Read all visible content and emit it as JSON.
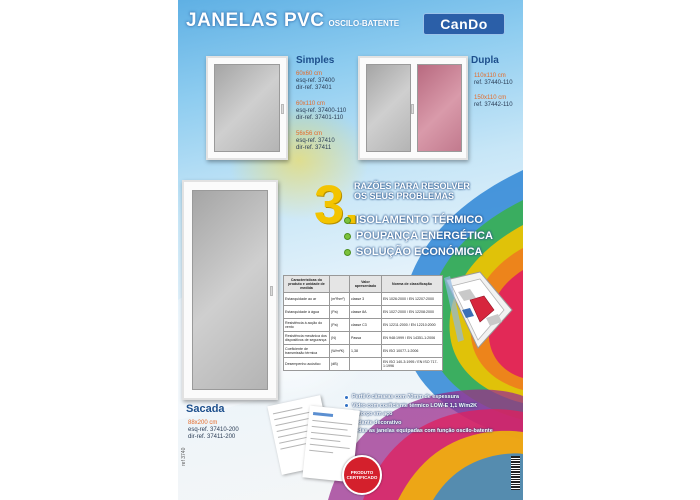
{
  "header": {
    "title": "JANELAS PVC",
    "subtitle": "OSCILO-BATENTE",
    "brand": "CanDo"
  },
  "simples": {
    "title": "Simples",
    "items": [
      {
        "dim": "60x60 cm",
        "ref1": "esq-ref. 37400",
        "ref2": "dir-ref. 37401"
      },
      {
        "dim": "60x110 cm",
        "ref1": "esq-ref. 37400-110",
        "ref2": "dir-ref. 37401-110"
      },
      {
        "dim": "56x56 cm",
        "ref1": "esq-ref. 37410",
        "ref2": "dir-ref. 37411"
      }
    ]
  },
  "dupla": {
    "title": "Dupla",
    "items": [
      {
        "dim": "110x110 cm",
        "ref": "ref. 37440-110"
      },
      {
        "dim": "150x110 cm",
        "ref": "ref. 37442-110"
      }
    ]
  },
  "sacada": {
    "title": "Sacada",
    "dim": "88x200 cm",
    "ref1": "esq-ref. 37410-200",
    "ref2": "dir-ref. 37411-200"
  },
  "reasons": {
    "number": "3.",
    "title_line1": "RAZÕES PARA RESOLVER",
    "title_line2": "OS SEUS PROBLEMAS",
    "items": [
      "ISOLAMENTO TÉRMICO",
      "POUPANÇA ENERGÉTICA",
      "SOLUÇÃO ECONÓMICA"
    ]
  },
  "specs": {
    "headers": [
      "Características do produto e unidade de medida",
      "",
      "Valor apresentado",
      "Norma de classificação"
    ],
    "rows": [
      [
        "Estanquidade ao ar",
        "(m³/hm²)",
        "classe 3",
        "EN 1026:2000 / EN 12207:2000"
      ],
      [
        "Estanquidade à água",
        "(Pa)",
        "classe 8A",
        "EN 1027:2000 / EN 12208:2000"
      ],
      [
        "Resistência à acção do vento",
        "(Pa)",
        "classe C3",
        "EN 12211:2000 / EN 12210:2000"
      ],
      [
        "Resistência mecânica dos dispositivos de segurança",
        "(N)",
        "Passa",
        "EN 948:1999 / EN 14351-1:2006"
      ],
      [
        "Coeficiente de transmissão térmica",
        "(W/m²K)",
        "1,38",
        "EN ISO 10077-1:2006"
      ],
      [
        "Desempenho acústico",
        "(dB)",
        "",
        "EN ISO 140-3:1995 / EN ISO 717-1:1996"
      ]
    ]
  },
  "features": [
    "Perfil 6 câmaras com 70mm de espessura",
    "Vidro com coeficiente térmico LOW-E 1,1 W/m2K",
    "Reforço em aço",
    "Vedante decorativo",
    "Todas as janelas equipadas com função oscilo-batente"
  ],
  "seal": {
    "line1": "PRODUTO",
    "line2": "CERTIFICADO"
  },
  "side_code": "ref 3740",
  "colors": {
    "title_blue": "#1d4f8c",
    "reason_yellow": "#f3c400",
    "bullet_green": "#7cc23c",
    "seal_red": "#d4202c"
  }
}
